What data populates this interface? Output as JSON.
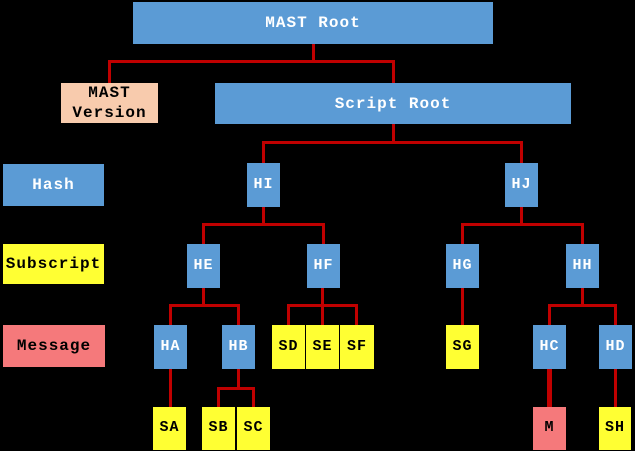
{
  "labels": {
    "mast_root": "MAST Root",
    "mast_version": "MAST Version",
    "script_root": "Script Root",
    "hash": "Hash",
    "subscript": "Subscript",
    "message": "Message"
  },
  "nodes": {
    "HI": "HI",
    "HJ": "HJ",
    "HE": "HE",
    "HF": "HF",
    "HG": "HG",
    "HH": "HH",
    "HA": "HA",
    "HB": "HB",
    "SD": "SD",
    "SE": "SE",
    "SF": "SF",
    "SG": "SG",
    "HC": "HC",
    "HD": "HD",
    "SA": "SA",
    "SB": "SB",
    "SC": "SC",
    "M": "M",
    "SH": "SH"
  },
  "tree": {
    "MAST Root": [
      "MAST Version",
      "Script Root"
    ],
    "Script Root": [
      "HI",
      "HJ"
    ],
    "HI": [
      "HE",
      "HF"
    ],
    "HJ": [
      "HG",
      "HH"
    ],
    "HE": [
      "HA",
      "HB"
    ],
    "HF": [
      "SD",
      "SE",
      "SF"
    ],
    "HG": [
      "SG"
    ],
    "HH": [
      "HC",
      "HD"
    ],
    "HA": [
      "SA"
    ],
    "HB": [
      "SB",
      "SC"
    ],
    "HC": [
      "M"
    ],
    "HD": [
      "SH"
    ]
  },
  "colors": {
    "hash_blue": "#5B9BD5",
    "subscript_yellow": "#FFFF33",
    "message_salmon": "#F5797B",
    "version_peach": "#F8CBAD",
    "edge_red": "#C00000",
    "background": "#000000"
  }
}
